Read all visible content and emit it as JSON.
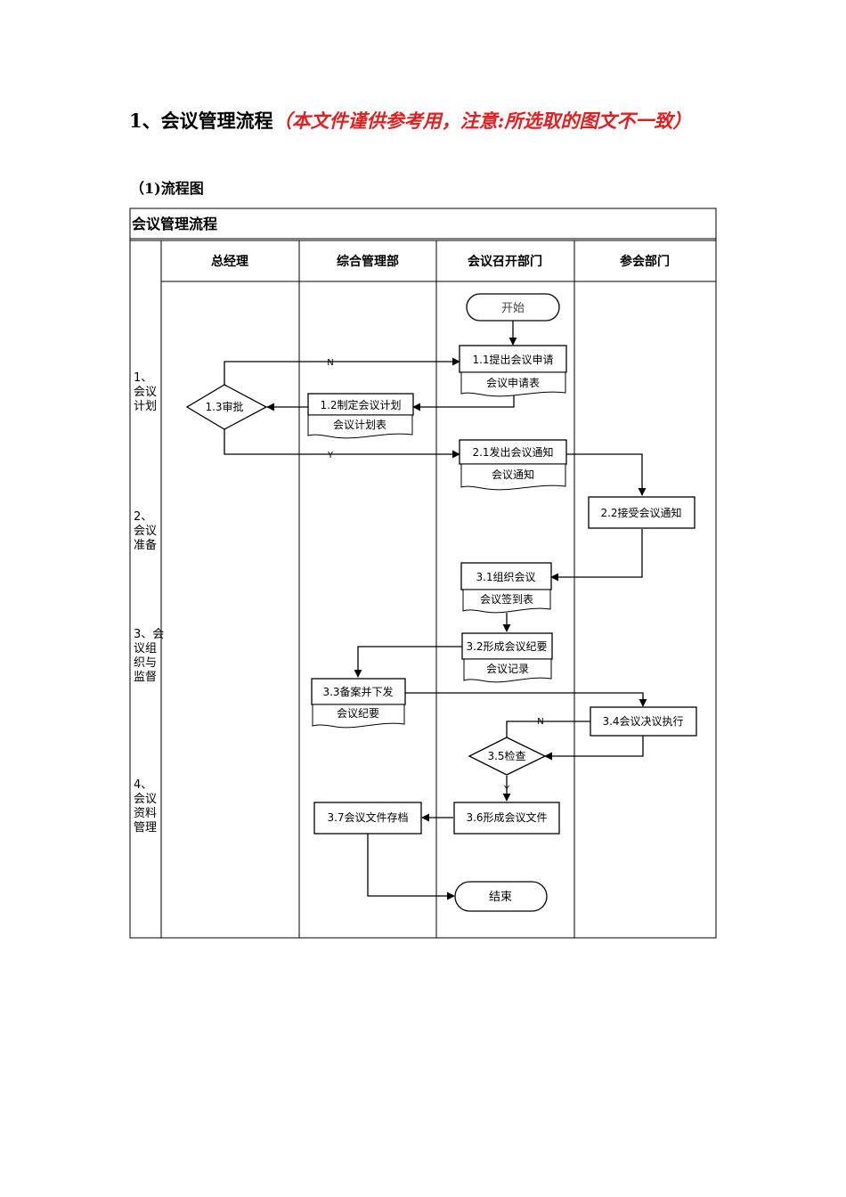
{
  "heading": {
    "main": "1、会议管理流程",
    "note": "（本文件谨供参考用，注意:所选取的图文不一致）"
  },
  "subheading": "（1)流程图",
  "flowchart": {
    "table_title": "会议管理流程",
    "lanes": [
      "总经理",
      "综合管理部",
      "会议召开部门",
      "参会部门"
    ],
    "phases": [
      [
        "1、",
        "会议",
        "计划"
      ],
      [
        "2、",
        "会议",
        "准备"
      ],
      [
        "3、会",
        "议组",
        "织与",
        "监督"
      ],
      [
        "4、",
        "会议",
        "资料",
        "管理"
      ]
    ],
    "nodes": {
      "start": "开始",
      "n11": "1.1提出会议申请",
      "d11": "会议申请表",
      "n12": "1.2制定会议计划",
      "d12": "会议计划表",
      "n13": "1.3审批",
      "n21": "2.1发出会议通知",
      "d21": "会议通知",
      "n22": "2.2接受会议通知",
      "n31": "3.1组织会议",
      "d31": "会议签到表",
      "n32": "3.2形成会议纪要",
      "d32": "会议记录",
      "n33": "3.3备案并下发",
      "d33": "会议纪要",
      "n34": "3.4会议决议执行",
      "n35": "3.5检查",
      "n36": "3.6形成会议文件",
      "n37": "3.7会议文件存档",
      "end": "结束"
    },
    "edge_labels": {
      "no": "N",
      "yes": "Y"
    }
  }
}
